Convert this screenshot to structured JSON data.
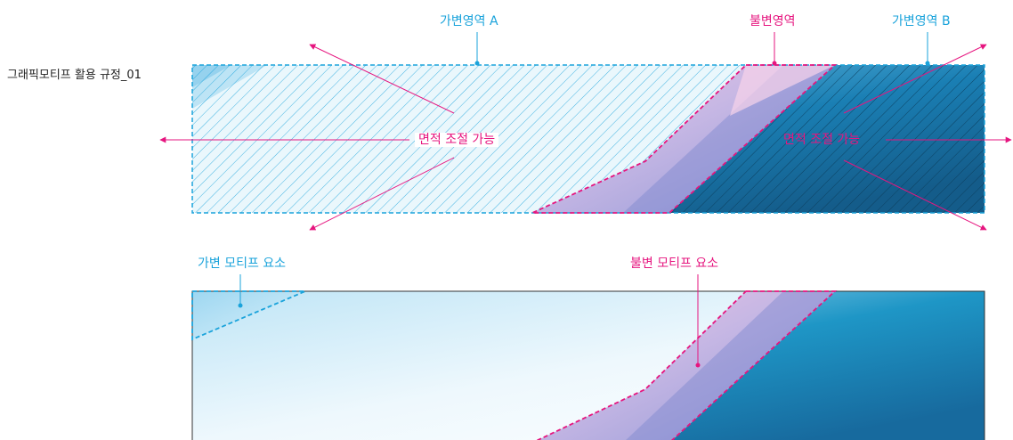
{
  "title": "그래픽모티프 활용 규정_01",
  "labels": {
    "variable_a": "가변영역 A",
    "invariable": "불변영역",
    "variable_b": "가변영역 B",
    "adjust_left": "면적 조절 가능",
    "adjust_right": "면적 조절 가능",
    "variable_motif": "가변 모티프 요소",
    "invariable_motif": "불변 모티프 요소"
  },
  "colors": {
    "cyan": "#1AA3DB",
    "magenta": "#E6157F",
    "deep_blue": "#1A7BAE",
    "light_blue": "#D6F0FA"
  }
}
